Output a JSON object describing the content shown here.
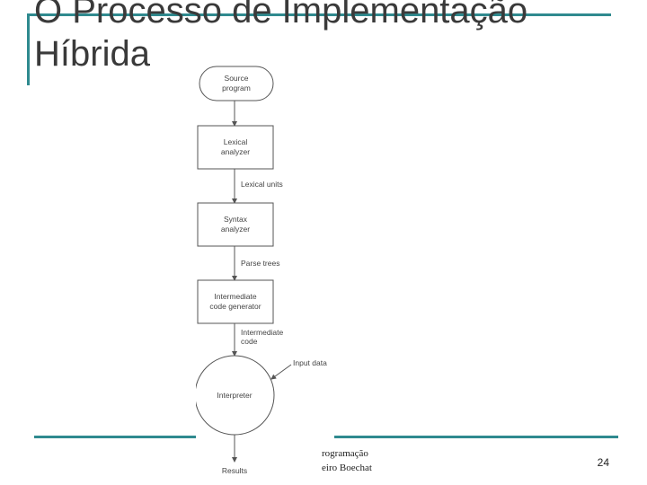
{
  "slide": {
    "title_line1": "O Processo de Implementação",
    "title_line2": "Híbrida",
    "footer_line1": "rogramação",
    "footer_line2": "eiro Boechat",
    "page_number": "24",
    "accent_color": "#2f8a8f"
  },
  "diagram": {
    "nodes": {
      "source_line1": "Source",
      "source_line2": "program",
      "lexical_line1": "Lexical",
      "lexical_line2": "analyzer",
      "syntax_line1": "Syntax",
      "syntax_line2": "analyzer",
      "icg_line1": "Intermediate",
      "icg_line2": "code generator",
      "interpreter": "Interpreter",
      "results": "Results"
    },
    "edges": {
      "lexical_units": "Lexical units",
      "parse_trees": "Parse trees",
      "intermediate_code_line1": "Intermediate",
      "intermediate_code_line2": "code",
      "input_data": "Input data"
    }
  }
}
